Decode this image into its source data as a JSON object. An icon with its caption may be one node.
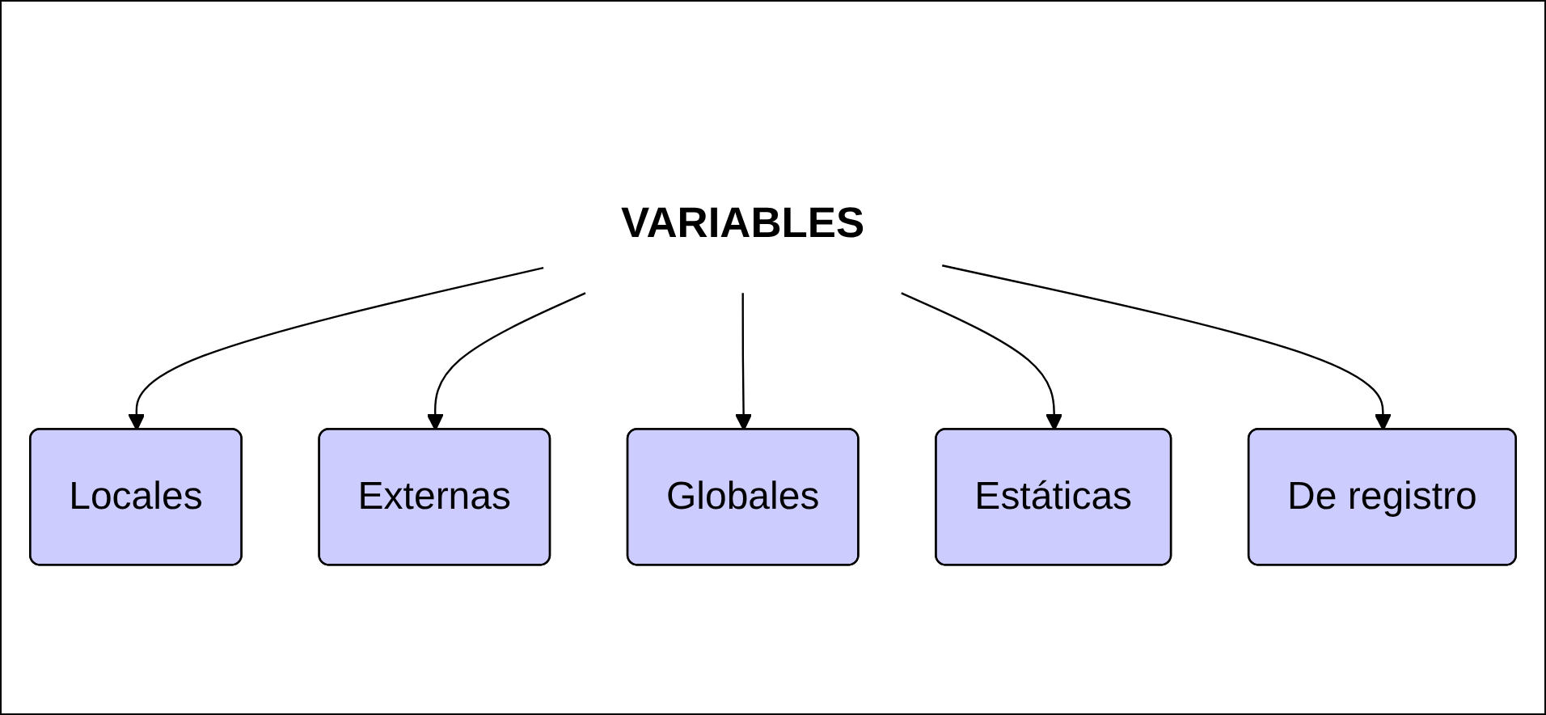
{
  "diagram": {
    "nodes": [
      {
        "text": [
          "Locales"
        ]
      },
      {
        "text": [
          "Externas"
        ]
      },
      {
        "text": [
          "Globales"
        ]
      },
      {
        "text": [
          "VARIABLES"
        ]
      },
      {
        "text": [
          "Estáticas"
        ]
      },
      {
        "text": [
          "De registro"
        ]
      }
    ],
    "edges": [
      {
        "from": 3,
        "to": 0,
        "arrow": "to"
      },
      {
        "from": 3,
        "to": 1,
        "arrow": "to"
      },
      {
        "from": 3,
        "to": 2,
        "arrow": "to"
      },
      {
        "from": 3,
        "to": 4,
        "arrow": "to"
      },
      {
        "from": 3,
        "to": 5,
        "arrow": "to"
      }
    ]
  }
}
